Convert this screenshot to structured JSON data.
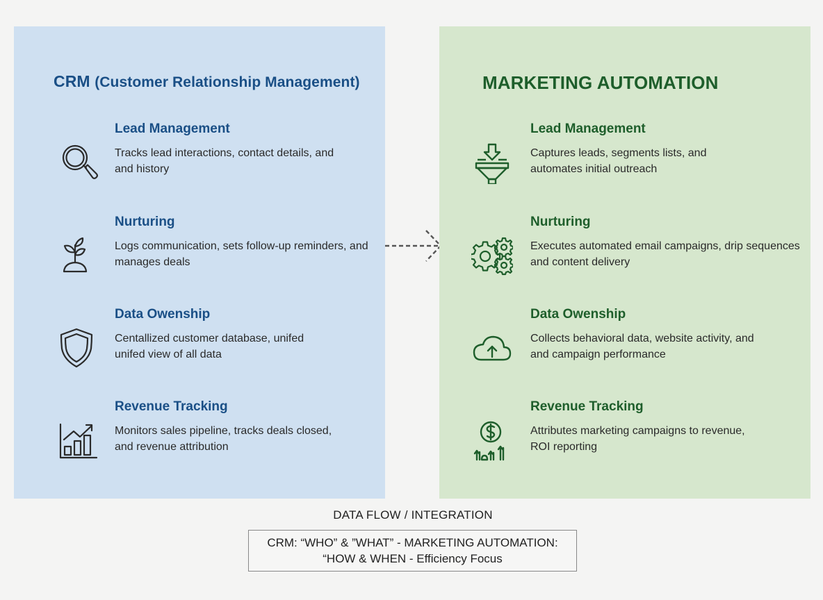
{
  "crm": {
    "title_main": "CRM",
    "title_paren": "(Customer Relationship Management)",
    "accent_color": "#1a4f86",
    "background_color": "#cfe0f1",
    "items": [
      {
        "icon": "magnifier-search-icon",
        "title": "Lead Management",
        "desc_line1": "Tracks lead interactions, contact details, and",
        "desc_line2": "and history"
      },
      {
        "icon": "plant-sprout-icon",
        "title": "Nurturing",
        "desc_line1": "Logs communication, sets follow-up reminders, and",
        "desc_line2": "manages deals"
      },
      {
        "icon": "shield-icon",
        "title": "Data Owenship",
        "desc_line1": "Centallized customer database, unifed",
        "desc_line2": "unifed view of all data"
      },
      {
        "icon": "growth-bar-chart-icon",
        "title": "Revenue Tracking",
        "desc_line1": "Monitors sales pipeline, tracks deals closed,",
        "desc_line2": "and revenue attribution"
      }
    ]
  },
  "marketing_automation": {
    "title": "MARKETING AUTOMATION",
    "accent_color": "#1e5e2b",
    "background_color": "#d6e7cd",
    "items": [
      {
        "icon": "funnel-icon",
        "title": "Lead Management",
        "desc_line1": "Captures leads, segments lists, and",
        "desc_line2": "automates initial outreach"
      },
      {
        "icon": "gears-icon",
        "title": "Nurturing",
        "desc_line1": "Executes automated email campaigns, drip sequences",
        "desc_line2": "and content delivery"
      },
      {
        "icon": "cloud-upload-icon",
        "title": "Data Owenship",
        "desc_line1": "Collects behavioral data, website activity, and",
        "desc_line2": "and campaign performance"
      },
      {
        "icon": "dollar-growth-icon",
        "title": "Revenue Tracking",
        "desc_line1": "Attributes marketing campaigns to revenue,",
        "desc_line2": "ROI reporting"
      }
    ]
  },
  "connector": {
    "icon": "dashed-arrow-right-icon"
  },
  "footer": {
    "label": "DATA FLOW / INTEGRATION",
    "summary_line1": "CRM: “WHO” & ”WHAT” - MARKETING AUTOMATION:",
    "summary_line2": "“HOW & WHEN - Efficiency Focus"
  }
}
